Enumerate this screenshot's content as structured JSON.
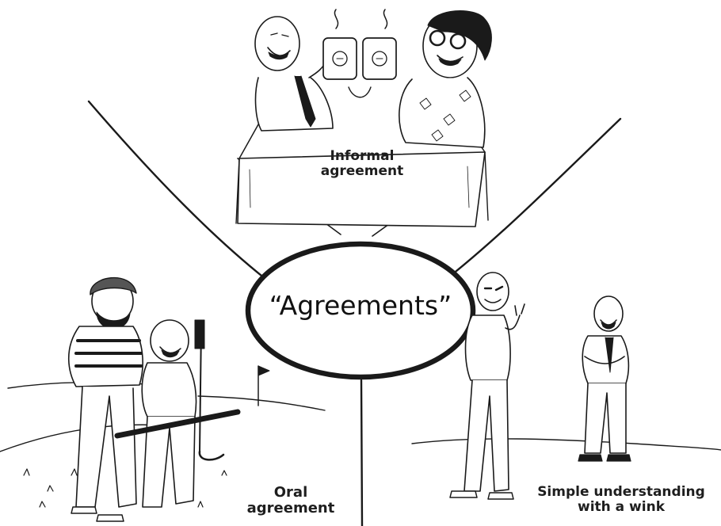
{
  "center": {
    "title": "“Agreements”"
  },
  "branches": [
    {
      "id": "informal",
      "line1": "Informal",
      "line2": "agreement"
    },
    {
      "id": "oral",
      "line1": "Oral",
      "line2": "agreement"
    },
    {
      "id": "wink",
      "line1": "Simple understanding",
      "line2": "with a wink"
    }
  ],
  "colors": {
    "ink": "#1a1a1a",
    "background": "#ffffff",
    "shade": "#555555"
  }
}
